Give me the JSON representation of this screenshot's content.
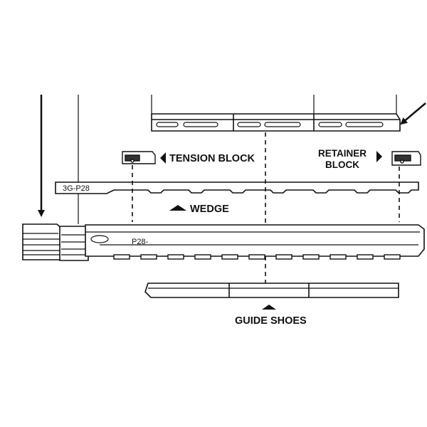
{
  "labels": {
    "tension_block": "TENSION BLOCK",
    "retainer_line1": "RETAINER",
    "retainer_line2": "BLOCK",
    "wedge": "WEDGE",
    "guide_shoes": "GUIDE SHOES",
    "wedge_part_number": "3G-P28",
    "body_part_number": "P28-"
  },
  "colors": {
    "ink": "#111111",
    "paper": "#ffffff"
  }
}
